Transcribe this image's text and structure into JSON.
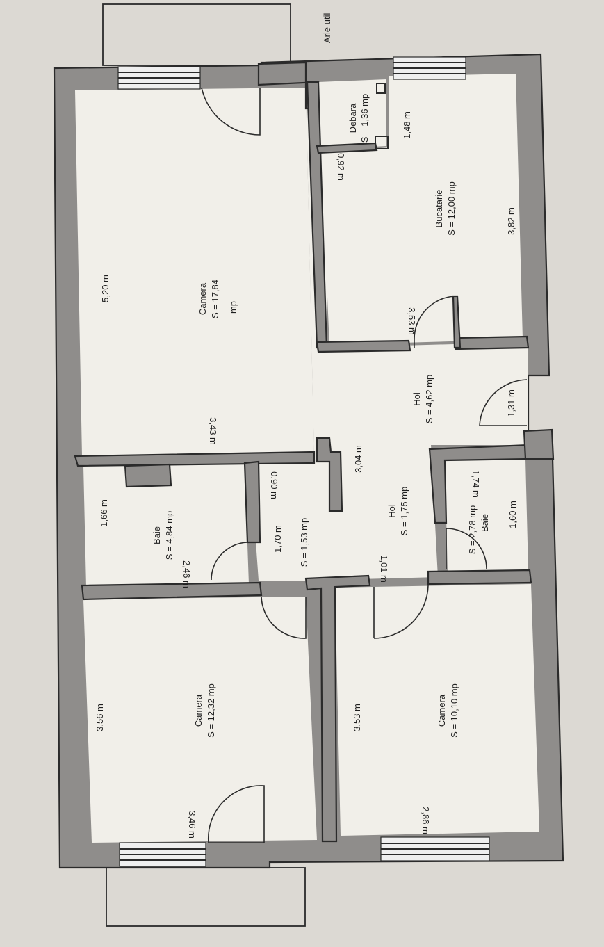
{
  "corner_text": "Arie util",
  "rooms": [
    {
      "id": "camera1",
      "name": "Camera",
      "area": "S = 17,84",
      "unit": "mp"
    },
    {
      "id": "bucatarie",
      "name": "Bucatarie",
      "area": "S = 12,00 mp"
    },
    {
      "id": "debara",
      "name": "Debara",
      "area": "S = 1,36 mp"
    },
    {
      "id": "hol1",
      "name": "Hol",
      "area": "S = 4,62 mp"
    },
    {
      "id": "hol2",
      "name": "Hol",
      "area": "S = 1,75 mp"
    },
    {
      "id": "hol3",
      "name": "",
      "area": "S = 1,53 mp"
    },
    {
      "id": "baie1",
      "name": "Baie",
      "area": "S = 4,84 mp"
    },
    {
      "id": "baie2",
      "name": "Baie",
      "area": "S = 2,78 mp"
    },
    {
      "id": "camera2",
      "name": "Camera",
      "area": "S = 12,32 mp"
    },
    {
      "id": "camera3",
      "name": "Camera",
      "area": "S = 10,10 mp"
    }
  ],
  "dimensions": {
    "d520": "5,20 m",
    "d343": "3,43 m",
    "d092": "0,92 m",
    "d148": "1,48 m",
    "d382": "3,82 m",
    "d353a": "3,53 m",
    "d131": "1,31 m",
    "d304": "3,04 m",
    "d090": "0,90 m",
    "d174": "1,74 m",
    "d160": "1,60 m",
    "d101": "1,01 m",
    "d166": "1,66 m",
    "d246": "2,46 m",
    "d170": "1,70 m",
    "d356": "3,56 m",
    "d346": "3,46 m",
    "d353b": "3,53 m",
    "d286": "2,86 m"
  }
}
